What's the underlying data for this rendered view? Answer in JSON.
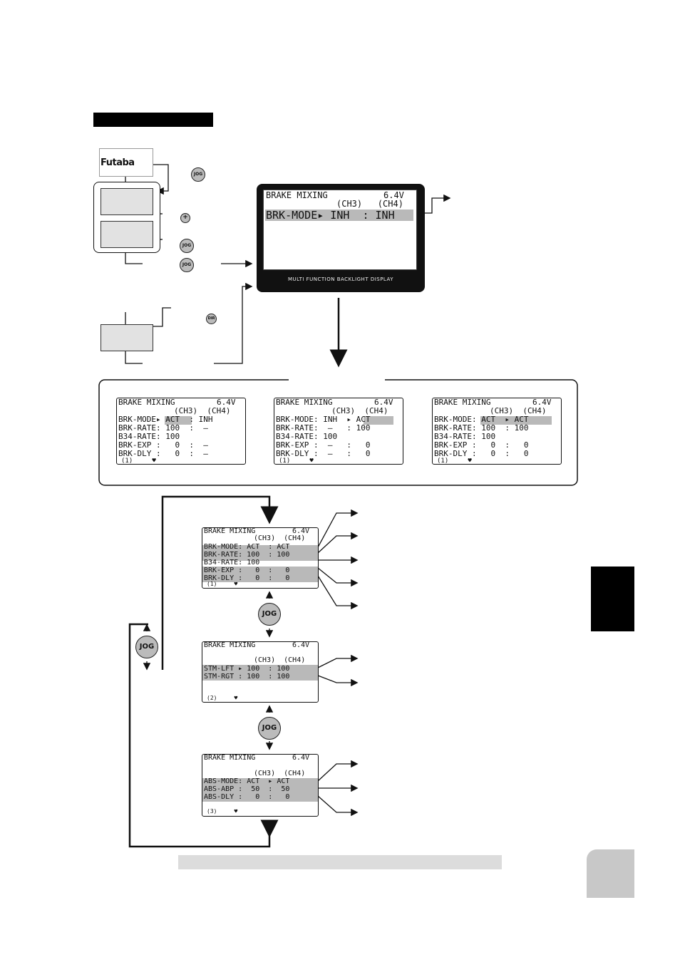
{
  "buttons": {
    "jog": "JOG",
    "plus": "+",
    "dir": "DIR"
  },
  "futaba_logo": "Futaba",
  "main_screen": {
    "title": "BRAKE MIXING",
    "voltage": "6.4V",
    "ch_header": "(CH3)   (CH4)",
    "row": "BRK-MODE▸ INH  : INH",
    "caption": "MULTI FUNCTION BACKLIGHT DISPLAY"
  },
  "example_screens": [
    {
      "title": "BRAKE MIXING",
      "voltage": "6.4V",
      "ch_header": "(CH3)  (CH4)",
      "rows": [
        "BRK-MODE▸ ACT  : INH",
        "BRK-RATE: 100  :  –",
        "B34-RATE: 100",
        "BRK-EXP :   0  :  –",
        "BRK-DLY :   0  :  –"
      ],
      "footer": "(1)     ♥"
    },
    {
      "title": "BRAKE MIXING",
      "voltage": "6.4V",
      "ch_header": "(CH3)  (CH4)",
      "rows": [
        "BRK-MODE: INH  ▸ ACT",
        "BRK-RATE:  –   : 100",
        "B34-RATE: 100",
        "BRK-EXP :  –   :   0",
        "BRK-DLY :  –   :   0"
      ],
      "footer": "(1)     ♥"
    },
    {
      "title": "BRAKE MIXING",
      "voltage": "6.4V",
      "ch_header": "(CH3)  (CH4)",
      "rows": [
        "BRK-MODE: ACT  ▸ ACT",
        "BRK-RATE: 100  : 100",
        "B34-RATE: 100",
        "BRK-EXP :   0  :   0",
        "BRK-DLY :   0  :   0"
      ],
      "footer": "(1)     ♥"
    }
  ],
  "page_screens": [
    {
      "title": "BRAKE MIXING",
      "voltage": "6.4V",
      "ch_header": "(CH3)  (CH4)",
      "rows": [
        "BRK-MODE: ACT  : ACT",
        "BRK-RATE: 100  : 100",
        "B34-RATE: 100",
        "BRK-EXP :   0  :   0",
        "BRK-DLY :   0  :   0"
      ],
      "footer": "(1)     ♥"
    },
    {
      "title": "BRAKE MIXING",
      "voltage": "6.4V",
      "ch_header": "(CH3)  (CH4)",
      "rows": [
        "STM-LFT ▸ 100  : 100",
        "STM-RGT : 100  : 100"
      ],
      "footer": "(2)     ♥"
    },
    {
      "title": "BRAKE MIXING",
      "voltage": "6.4V",
      "ch_header": "(CH3)  (CH4)",
      "rows": [
        "ABS-MODE: ACT  ▸ ACT",
        "ABS-ABP :  50  :  50",
        "ABS-DLY :   0  :   0"
      ],
      "footer": "(3)     ♥"
    }
  ],
  "colors": {
    "highlight": "#b9b9b9",
    "panel_grey": "#e2e2e2",
    "black": "#000000"
  }
}
